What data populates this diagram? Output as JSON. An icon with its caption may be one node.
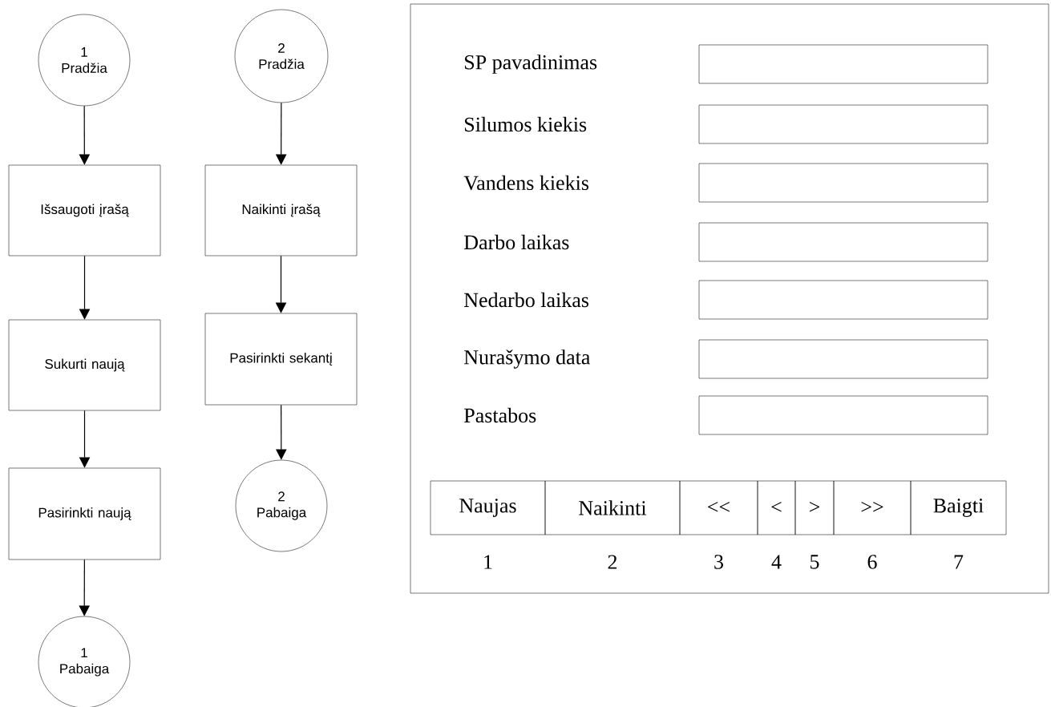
{
  "diagram": {
    "nodes": [
      {
        "text": [
          "1 Pradžia"
        ]
      },
      {
        "text": [
          "Išsaugoti įrašą"
        ]
      },
      {
        "text": [
          "Sukurti naują"
        ]
      },
      {
        "text": [
          "Pasirinkti naują"
        ]
      },
      {
        "text": [
          "1 Pabaiga"
        ]
      },
      {
        "text": [
          "2 Pradžia"
        ]
      },
      {
        "text": [
          "Naikinti įrašą"
        ]
      },
      {
        "text": [
          "Pasirinkti sekantį"
        ]
      },
      {
        "text": [
          "2 Pabaiga"
        ]
      },
      {
        "text": [],
        "shape": "box"
      },
      {
        "text": [],
        "shape": "box",
        "in": 9
      },
      {
        "text": [],
        "shape": "box",
        "in": 9
      },
      {
        "text": [],
        "shape": "box",
        "in": 9
      },
      {
        "text": [],
        "shape": "box",
        "in": 9
      },
      {
        "text": [],
        "shape": "box",
        "in": 9
      },
      {
        "text": [],
        "shape": "box",
        "in": 9
      },
      {
        "text": [],
        "shape": "box",
        "in": 9
      },
      {
        "text": [
          "Naujas"
        ],
        "beside": [
          "1"
        ],
        "in": 9
      },
      {
        "text": [
          "Naikinti"
        ],
        "beside": [
          "2"
        ],
        "in": 9
      },
      {
        "text": [
          "<<"
        ],
        "beside": [
          "3"
        ],
        "in": 9
      },
      {
        "text": [
          "<"
        ],
        "beside": [
          "4"
        ],
        "in": 9
      },
      {
        "text": [
          ">"
        ],
        "beside": [
          "5"
        ],
        "in": 9
      },
      {
        "text": [
          ">>"
        ],
        "beside": [
          "6"
        ],
        "in": 9
      },
      {
        "text": [
          "Baigti"
        ],
        "beside": [
          "7"
        ],
        "in": 9
      }
    ],
    "edges": [
      {
        "from": 0,
        "to": 1,
        "arrow": "to"
      },
      {
        "from": 1,
        "to": 2,
        "arrow": "to"
      },
      {
        "from": 2,
        "to": 3,
        "arrow": "to"
      },
      {
        "from": 3,
        "to": 4,
        "arrow": "to"
      },
      {
        "from": 5,
        "to": 6,
        "arrow": "to"
      },
      {
        "from": 6,
        "to": 7,
        "arrow": "to"
      },
      {
        "from": 7,
        "to": 8,
        "arrow": "to"
      }
    ],
    "labels": [
      "SP pavadinimas",
      "Silumos kiekis",
      "Vandens kiekis",
      "Darbo laikas",
      "Nedarbo laikas",
      "Nurašymo data",
      "Pastabos"
    ]
  }
}
